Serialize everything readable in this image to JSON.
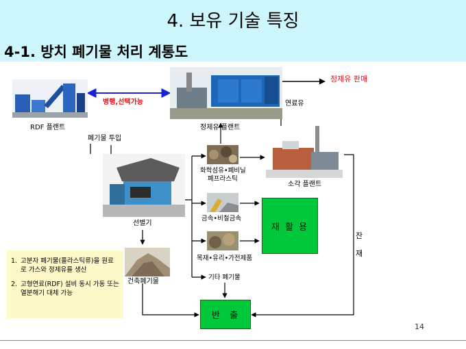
{
  "header": {
    "title": "4. 보유 기술 특징",
    "subtitle": "4-1. 방치 폐기물 처리 계통도"
  },
  "diagram": {
    "rdf_plant": "RDF 플랜트",
    "parallel_selectable": "병행,선택가능",
    "refinery_plant": "정제유 플랜트",
    "refined_oil_sale": "정제유 판매",
    "fuel_oil": "연료유",
    "waste_input": "폐기물 투입",
    "sorter": "선별기",
    "construction_waste": "건축폐기물",
    "chem_fiber_vinyl_line1": "화학섬유•폐비닐",
    "chem_fiber_vinyl_line2": "폐프라스틱",
    "metal_nonferrous": "금속•비철금속",
    "wood_glass_appliance": "목재•유리•가전제품",
    "other_waste": "기타 폐기물",
    "incineration_plant": "소각 플랜트",
    "recycling": "재 활 용",
    "residue_char_1": "잔",
    "residue_char_2": "재",
    "discharge": "반  출"
  },
  "notes": [
    {
      "num": "1.",
      "text": "고분자 폐기물(플라스틱류)을 원료로 가스와 정제유를 생산"
    },
    {
      "num": "2.",
      "text": "고형연료(RDF) 설비 동시 가동 또는 열분해기 대체 가능"
    }
  ],
  "page_number": "14",
  "colors": {
    "header_bg": "#ccf6fb",
    "green_box": "#00c83a",
    "note_bg": "#fdf9c8",
    "accent_red": "#e0101a",
    "arrow_blue": "#1a22d8"
  }
}
